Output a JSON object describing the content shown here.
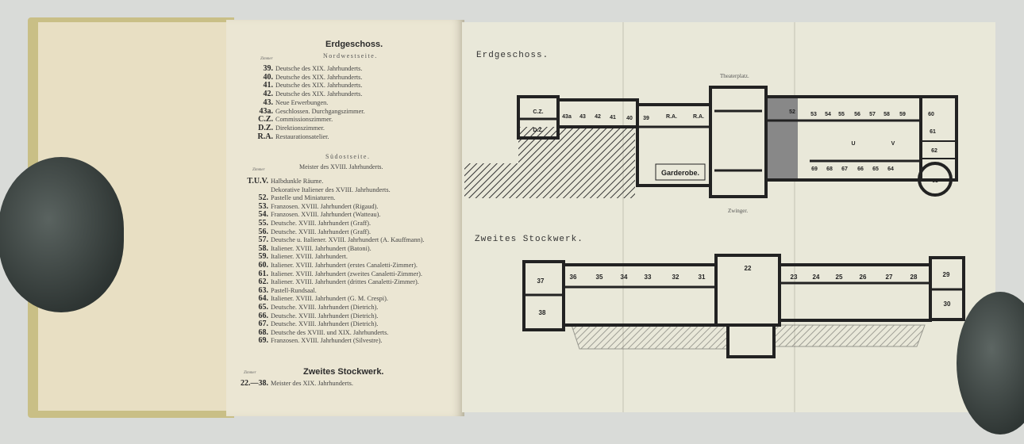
{
  "left_page": {
    "ground_title": "Erdgeschoss.",
    "nw_heading": "Nordwestseite.",
    "zimmer_label": "Zimmer",
    "nw_rooms": [
      {
        "no": "39.",
        "desc": "Deutsche des XIX. Jahrhunderts."
      },
      {
        "no": "40.",
        "desc": "Deutsche des XIX. Jahrhunderts."
      },
      {
        "no": "41.",
        "desc": "Deutsche des XIX. Jahrhunderts."
      },
      {
        "no": "42.",
        "desc": "Deutsche des XIX. Jahrhunderts."
      },
      {
        "no": "43.",
        "desc": "Neue Erwerbungen."
      },
      {
        "no": "43a.",
        "desc": "Geschlossen. Durchgangszimmer."
      },
      {
        "no": "C.Z.",
        "desc": "Commissionszimmer."
      },
      {
        "no": "D.Z.",
        "desc": "Direktionszimmer."
      },
      {
        "no": "R.A.",
        "desc": "Restaurationsatelier."
      }
    ],
    "so_heading": "Südostseite.",
    "so_subheading": "Meister des XVIII. Jahrhunderts.",
    "so_rooms": [
      {
        "no": "T.U.V.",
        "desc": "Halbdunkle Räume."
      },
      {
        "no": "",
        "desc": "Dekorative Italiener des XVIII. Jahrhunderts."
      },
      {
        "no": "52.",
        "desc": "Pastelle und Miniaturen."
      },
      {
        "no": "53.",
        "desc": "Franzosen. XVIII. Jahrhundert (Rigaud)."
      },
      {
        "no": "54.",
        "desc": "Franzosen. XVIII. Jahrhundert (Watteau)."
      },
      {
        "no": "55.",
        "desc": "Deutsche. XVIII. Jahrhundert (Graff)."
      },
      {
        "no": "56.",
        "desc": "Deutsche. XVIII. Jahrhundert (Graff)."
      },
      {
        "no": "57.",
        "desc": "Deutsche u. Italiener. XVIII. Jahrhundert (A. Kauffmann)."
      },
      {
        "no": "58.",
        "desc": "Italiener. XVIII. Jahrhundert (Batoni)."
      },
      {
        "no": "59.",
        "desc": "Italiener. XVIII. Jahrhundert."
      },
      {
        "no": "60.",
        "desc": "Italiener. XVIII. Jahrhundert (erstes Canaletti-Zimmer)."
      },
      {
        "no": "61.",
        "desc": "Italiener. XVIII. Jahrhundert (zweites Canaletti-Zimmer)."
      },
      {
        "no": "62.",
        "desc": "Italiener. XVIII. Jahrhundert (drittes Canaletti-Zimmer)."
      },
      {
        "no": "63.",
        "desc": "Pastell-Rundsaal."
      },
      {
        "no": "64.",
        "desc": "Italiener. XVIII. Jahrhundert (G. M. Crespi)."
      },
      {
        "no": "65.",
        "desc": "Deutsche. XVIII. Jahrhundert (Dietrich)."
      },
      {
        "no": "66.",
        "desc": "Deutsche. XVIII. Jahrhundert (Dietrich)."
      },
      {
        "no": "67.",
        "desc": "Deutsche. XVIII. Jahrhundert (Dietrich)."
      },
      {
        "no": "68.",
        "desc": "Deutsche des XVIII. und XIX. Jahrhunderts."
      },
      {
        "no": "69.",
        "desc": "Franzosen. XVIII. Jahrhundert (Silvestre)."
      }
    ],
    "second_title": "Zweites Stockwerk.",
    "second_rooms": [
      {
        "no": "22.—38.",
        "desc": "Meister des XIX. Jahrhunderts."
      }
    ]
  },
  "plan": {
    "ground_title": "Erdgeschoss.",
    "north_label": "Theaterplatz.",
    "south_label": "Zwinger.",
    "garderobe": "Garderobe.",
    "ground_rooms_top": [
      "C.Z.",
      "43a",
      "43",
      "42",
      "41",
      "40",
      "39",
      "R.A.",
      "R.A.",
      "52",
      "53",
      "54",
      "55",
      "56",
      "57",
      "58",
      "59",
      "60"
    ],
    "ground_rooms_other": [
      "D.Z.",
      "61",
      "62",
      "63",
      "U",
      "V",
      "69",
      "68",
      "67",
      "66",
      "65",
      "64"
    ],
    "second_title": "Zweites Stockwerk.",
    "second_rooms_top": [
      "36",
      "35",
      "34",
      "33",
      "32",
      "31",
      "22",
      "23",
      "24",
      "25",
      "26",
      "27",
      "28"
    ],
    "second_rooms_side": [
      "37",
      "38",
      "29",
      "30"
    ]
  }
}
